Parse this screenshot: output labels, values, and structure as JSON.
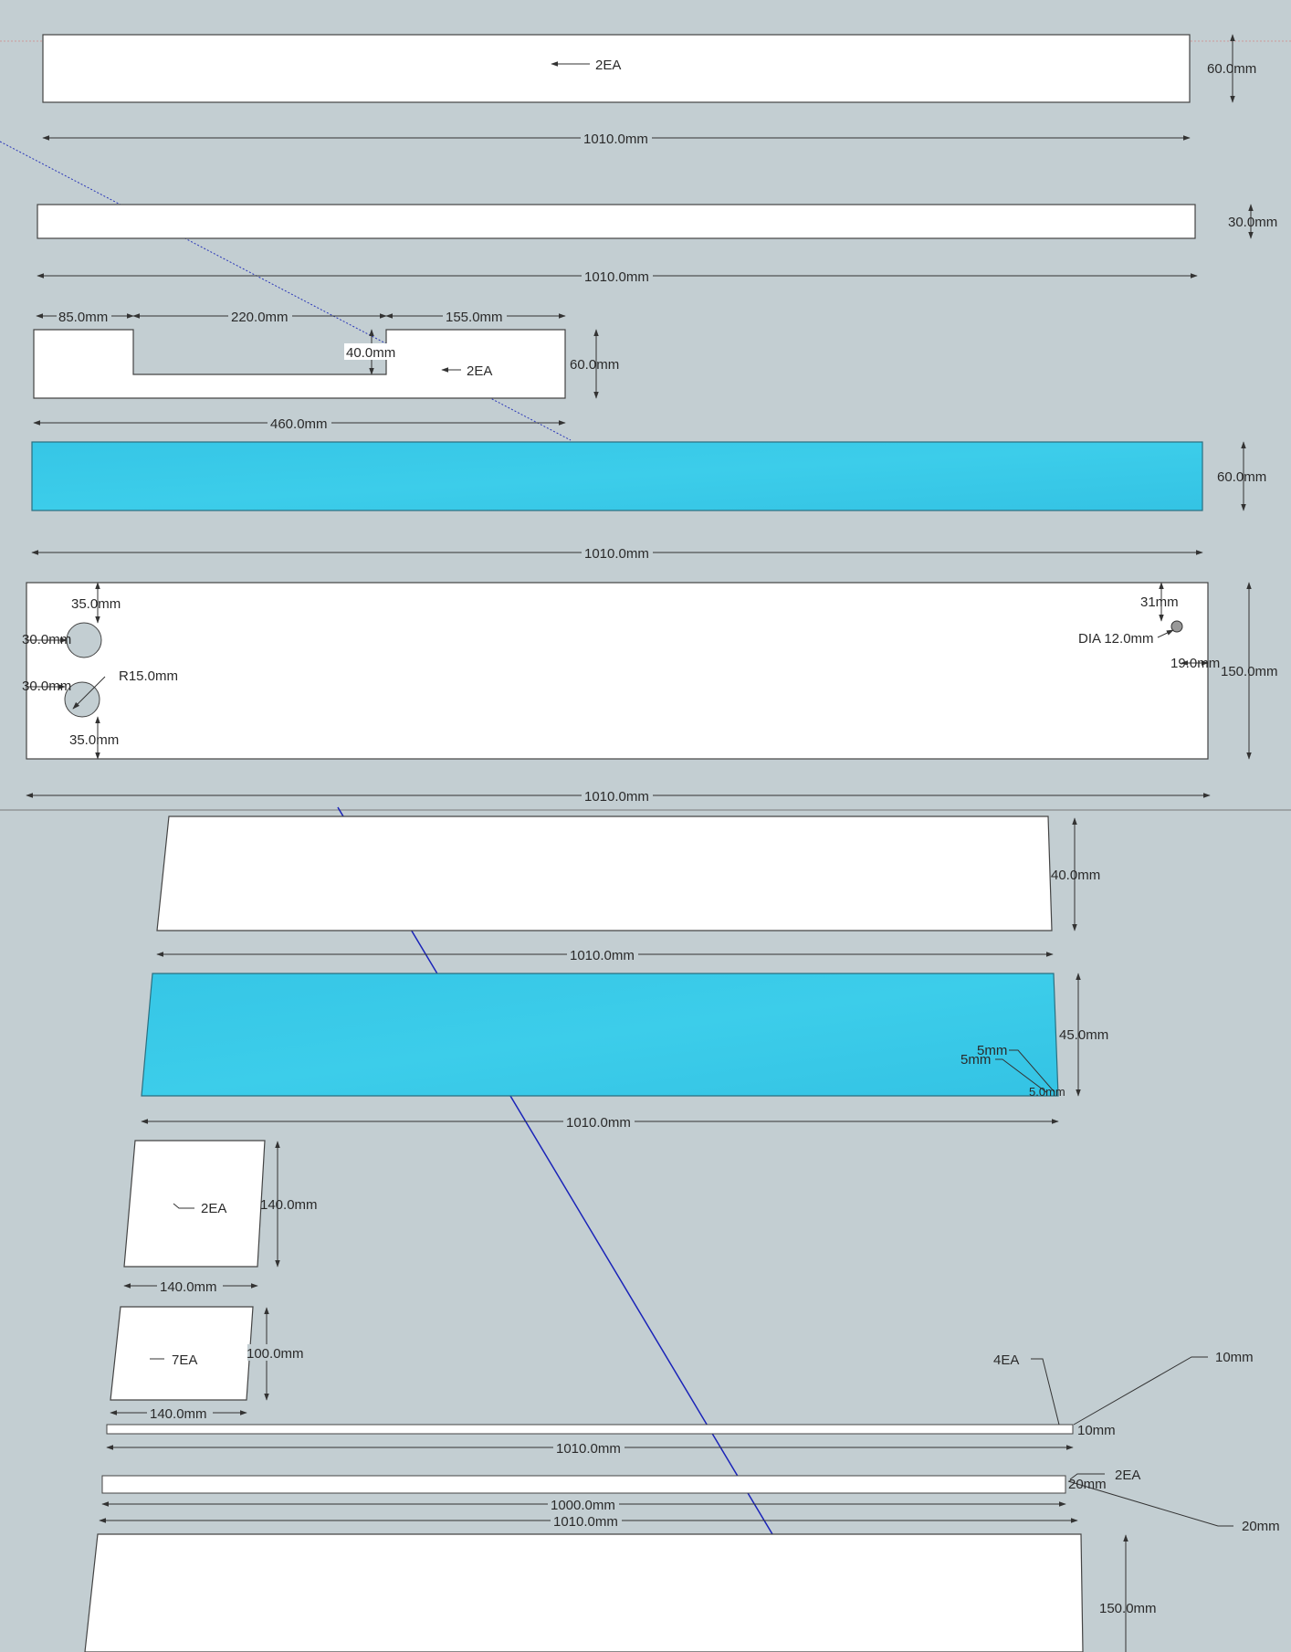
{
  "colors": {
    "background": "#c3ced2",
    "panel": "#ffffff",
    "acrylic": "#3ccbe8",
    "axis_line": "#1a23b8",
    "dimension_line": "#333333"
  },
  "parts": [
    {
      "id": "part-1",
      "quantity": "2EA",
      "dimensions": {
        "length": "1010.0mm",
        "height": "60.0mm"
      }
    },
    {
      "id": "part-2",
      "dimensions": {
        "length": "1010.0mm",
        "height": "30.0mm"
      }
    },
    {
      "id": "part-3",
      "quantity": "2EA",
      "dimensions": {
        "length": "460.0mm",
        "height": "60.0mm",
        "left_segment": "85.0mm",
        "notch_width": "220.0mm",
        "right_segment": "155.0mm",
        "notch_depth": "40.0mm"
      }
    },
    {
      "id": "part-4-acrylic",
      "dimensions": {
        "length": "1010.0mm",
        "height": "60.0mm"
      }
    },
    {
      "id": "part-5",
      "dimensions": {
        "length": "1010.0mm",
        "height": "150.0mm",
        "hole_top_offset": "35.0mm",
        "hole_bottom_offset": "35.0mm",
        "hole_edge_offset_1": "30.0mm",
        "hole_edge_offset_2": "30.0mm",
        "hole_radius": "R15.0mm",
        "small_hole_top": "31mm",
        "small_hole_dia": "DIA 12.0mm",
        "small_hole_side": "19.0mm"
      }
    },
    {
      "id": "part-6",
      "dimensions": {
        "length": "1010.0mm",
        "height": "40.0mm"
      }
    },
    {
      "id": "part-7-acrylic",
      "dimensions": {
        "length": "1010.0mm",
        "height": "45.0mm",
        "chamfer_1": "5mm",
        "chamfer_2": "5mm",
        "corner_detail": "5.0mm"
      }
    },
    {
      "id": "part-8",
      "quantity": "2EA",
      "dimensions": {
        "width": "140.0mm",
        "height": "140.0mm"
      }
    },
    {
      "id": "part-9",
      "quantity": "7EA",
      "dimensions": {
        "width": "140.0mm",
        "height": "100.0mm"
      }
    },
    {
      "id": "part-10",
      "quantity": "4EA",
      "dimensions": {
        "length": "1010.0mm",
        "thickness": "10mm",
        "height": "10mm"
      }
    },
    {
      "id": "part-11",
      "quantity": "2EA",
      "dimensions": {
        "inner_length": "1000.0mm",
        "length": "1010.0mm",
        "thickness": "20mm",
        "height": "20mm"
      }
    },
    {
      "id": "part-12",
      "dimensions": {
        "height": "150.0mm"
      }
    }
  ]
}
